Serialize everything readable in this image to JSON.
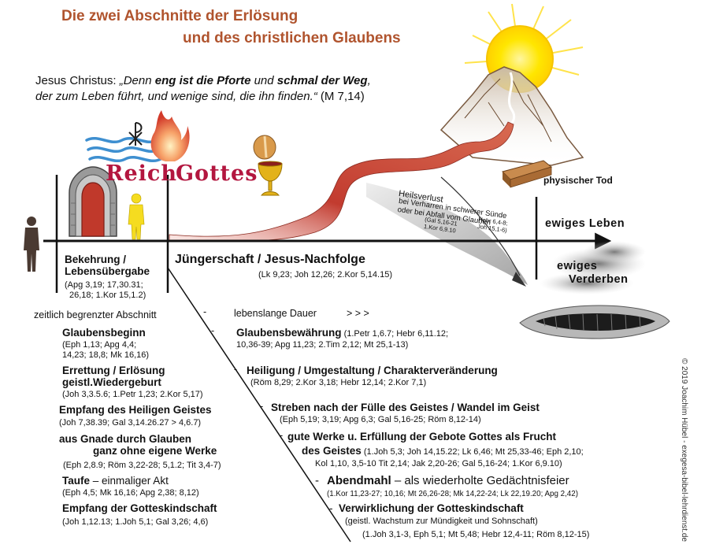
{
  "title": {
    "line1": "Die zwei Abschnitte der Erlösung",
    "line2": "und des christlichen Glaubens"
  },
  "quote": {
    "prefix": "Jesus Christus: ",
    "p1": "„Denn ",
    "b1": "eng ist die Pforte",
    "p2": " und ",
    "b2": "schmal der Weg",
    "p3": ",",
    "line2": "der zum Leben führt, und wenige sind, die ihn finden.“",
    "ref": " (M 7,14)"
  },
  "reich_gottes": {
    "word1": "Reich",
    "word2": "Gottes"
  },
  "heilsverlust": {
    "title": "Heilsverlust",
    "line1": "bei Verharren in schwerer Sünde",
    "line2": "oder bei Abfall vom Glauben",
    "ref1": "(Gal 5,16-21",
    "ref2": "1.Kor 6,9.10",
    "ref3": "Hebr 6,4-8;",
    "ref4": "Joh 15,1-6)"
  },
  "labels": {
    "physischer_tod": "physischer Tod",
    "ewiges_leben": "ewiges Leben",
    "ewiges_verderben_1": "ewiges",
    "ewiges_verderben_2": "Verderben",
    "bekehrung_1": "Bekehrung /",
    "bekehrung_2": "Lebensübergabe",
    "bekehrung_ref1": "(Apg 3,19; 17,30.31;",
    "bekehrung_ref2": "26,18; 1.Kor 15,1.2)",
    "juengerschaft": "Jüngerschaft / Jesus-Nachfolge",
    "juengerschaft_ref": "(Lk 9,23; Joh 12,26; 2.Kor 5,14.15)",
    "zeitlich": "zeitlich begrenzter Abschnitt",
    "dash": "-",
    "lebenslang": "lebenslange Dauer",
    "arrows": "> > >"
  },
  "left_items": [
    {
      "title": "Glaubensbeginn",
      "ref1": "(Eph 1,13;  Apg 4,4;",
      "ref2": "14,23;  18,8;  Mk 16,16)"
    },
    {
      "title1": "Errettung /  Erlösung",
      "title2": "geistl.Wiedergeburt",
      "ref": "(Joh 3,3.5.6; 1.Petr 1,23;  2.Kor 5,17)"
    },
    {
      "title": "Empfang des Heiligen Geistes",
      "ref": "(Joh 7,38.39;  Gal 3,14.26.27 > 4,6.7)"
    },
    {
      "title1": "aus Gnade durch Glauben",
      "title2": "ganz ohne eigene Werke",
      "ref": "(Eph 2,8.9;  Röm 3,22-28;  5,1.2;  Tit 3,4-7)"
    },
    {
      "title": "Taufe",
      "suffix": " – einmaliger Akt",
      "ref": "(Eph 4,5;  Mk 16,16;  Apg 2,38;  8,12)"
    },
    {
      "title": "Empfang der Gotteskindschaft",
      "ref": "(Joh 1,12.13;  1.Joh 5,1;  Gal 3,26;  4,6)"
    }
  ],
  "right_items": [
    {
      "title": "Glaubensbewährung",
      "ref_inline": " (1.Petr 1,6.7;  Hebr 6,11.12;",
      "ref2": "10,36-39;  Apg 11,23;  2.Tim 2,12;  Mt 25,1-13)"
    },
    {
      "title": "Heiligung / Umgestaltung / Charakterveränderung",
      "ref": "(Röm 8,29;  2.Kor 3,18;  Hebr 12,14;  2.Kor 7,1)"
    },
    {
      "title": "Streben nach der Fülle des Geistes / Wandel im Geist",
      "ref": "(Eph 5,19;  3,19;  Apg 6,3;  Gal 5,16-25;  Röm 8,12-14)"
    },
    {
      "title1": "gute Werke u. Erfüllung der Gebote Gottes als Frucht",
      "title2": "des Geistes",
      "ref1": " (1.Joh 5,3;  Joh 14,15.22;  Lk 6,46;  Mt 25,33-46;  Eph 2,10;",
      "ref2": "Kol 1,10,  3,5-10  Tit 2,14;  Jak 2,20-26;  Gal 5,16-24;  1.Kor 6,9.10)"
    },
    {
      "title": "Abendmahl",
      "suffix": " – als wiederholte Gedächtnisfeier",
      "ref": "(1.Kor 11,23-27;  10,16;  Mt 26,26-28;  Mk 14,22-24;  Lk 22,19.20;  Apg 2,42)"
    },
    {
      "title": "Verwirklichung der Gotteskindschaft",
      "ref1": "(geistl. Wachstum zur Mündigkeit und Sohnschaft)",
      "ref2": "(1.Joh 3,1-3,  Eph 5,1;  Mt 5,48;  Hebr  12,4-11;  Röm 8,12-15)"
    }
  ],
  "copyright": "© 2019 Joachim Hübel  -  exegesa-bibel-lehrdienst.de",
  "colors": {
    "title": "#b0542e",
    "reich": "#b3163f",
    "path_red": "#c0392b",
    "sun": "#ffe600",
    "axis": "#111111"
  },
  "icons": [
    "chi-rho-icon",
    "water-waves-icon",
    "flame-icon",
    "bread-icon",
    "chalice-icon",
    "coffin-icon",
    "sun-icon",
    "mountain-icon",
    "pit-icon",
    "gate-icon",
    "person-dark-icon",
    "person-yellow-icon"
  ]
}
